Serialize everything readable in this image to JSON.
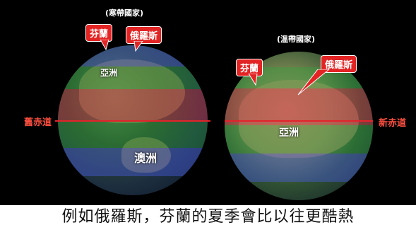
{
  "left_globe": {
    "title": "(寒帶國家)",
    "tags": [
      "芬蘭",
      "俄羅斯"
    ],
    "labels": [
      "亞洲",
      "澳洲"
    ],
    "equator_label": "舊赤道"
  },
  "right_globe": {
    "title": "(溫帶國家)",
    "tags": [
      "芬蘭",
      "俄羅斯"
    ],
    "labels": [
      "亞洲"
    ],
    "equator_label": "新赤道"
  },
  "subtitle": "例如俄羅斯，芬蘭的夏季會比以往更酷熱",
  "colors": {
    "tag_red": "#e32424",
    "equator_red": "#e3232b",
    "background": "#000000"
  }
}
